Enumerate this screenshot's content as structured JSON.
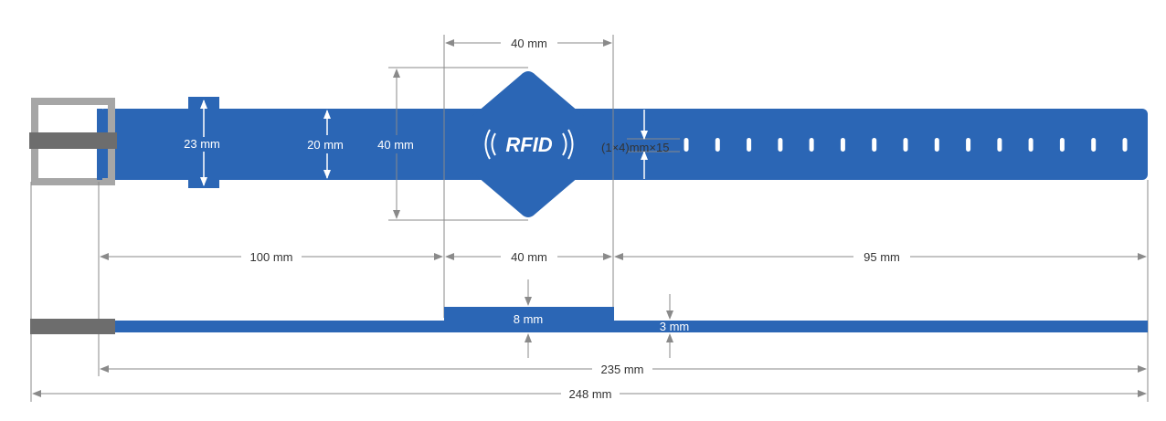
{
  "colors": {
    "band": "#2b66b5",
    "buckle": "#a6a6a6",
    "buckle_dark": "#6d6d6d",
    "dim_line": "#8a8a8a",
    "text": "#333333"
  },
  "labels": {
    "top_width": "40 mm",
    "loop_width": "23 mm",
    "band_width": "20 mm",
    "head_height": "40 mm",
    "rfid": "RFID",
    "hole_spec": "(1×4)mm×15",
    "left_length": "100 mm",
    "head_length": "40 mm",
    "right_length": "95 mm",
    "head_thickness": "8 mm",
    "band_thickness": "3 mm",
    "band_length": "235 mm",
    "total_length": "248 mm"
  },
  "icons": {
    "rfid_signal": "rfid-wave-icon",
    "buckle": "buckle-icon",
    "arrow": "arrow-icon"
  }
}
